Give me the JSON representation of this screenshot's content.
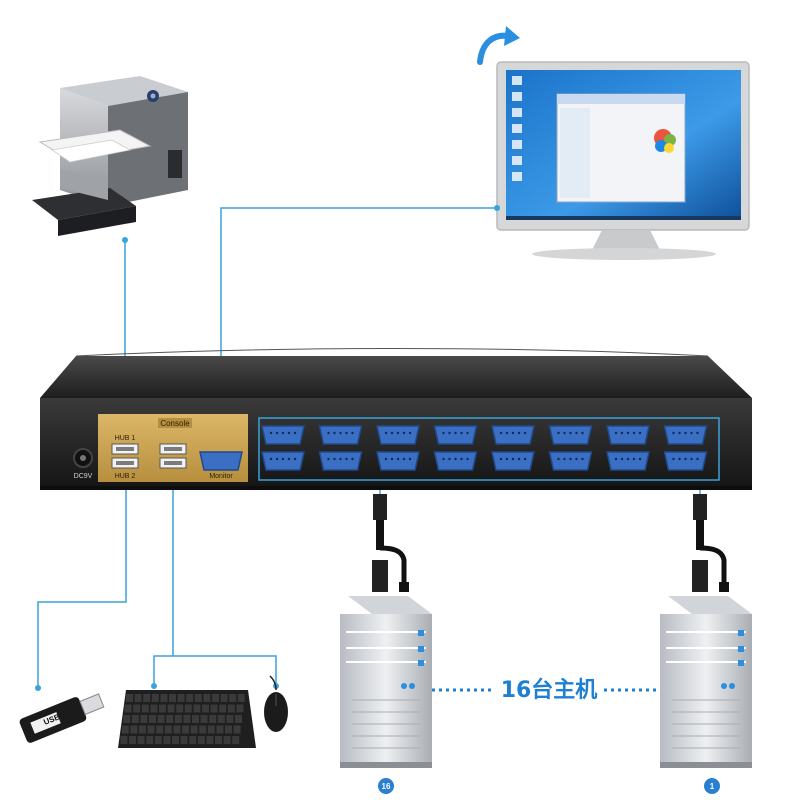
{
  "kvm": {
    "console_label": "Console",
    "hub1_label": "HUB 1",
    "hub2_label": "HUB 2",
    "dc_label": "DC9V",
    "monitor_label": "Monitor",
    "port_rows": 2,
    "ports_per_row": 8
  },
  "hosts": {
    "connector_text": "16台主机",
    "left_number": "16",
    "right_number": "1"
  },
  "usb_stick": {
    "label": "USB"
  },
  "colors": {
    "connection_line": "#3aa3db",
    "device_body": "#2a2a2a",
    "console_panel": "#c8a050",
    "vga_port": "#3b6fc4",
    "number_badge": "#2a7fd0",
    "connector_text": "#1f7fd0"
  },
  "icons": [
    "printer-icon",
    "monitor-icon",
    "rotate-arrow-icon",
    "usb-stick-icon",
    "keyboard-icon",
    "mouse-icon",
    "server-tower-icon",
    "vga-cable-icon"
  ]
}
